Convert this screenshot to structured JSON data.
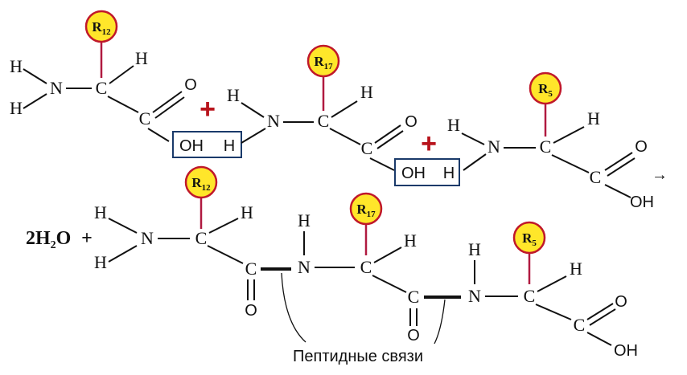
{
  "colors": {
    "radical_fill": "#ffe62a",
    "radical_outline": "#c0182a",
    "plus_sign": "#b8141c",
    "box_outline": "#1a3a6a"
  },
  "reactants": {
    "aa1": {
      "radical": {
        "letter": "R",
        "index": "12"
      },
      "n": "N",
      "h_n_upper": "H",
      "h_n_lower": "H",
      "c_alpha": "C",
      "h_alpha": "H",
      "c_carbonyl": "C",
      "o": "O"
    },
    "plus_1": "+",
    "box_1": {
      "oh": "OH",
      "h": "H"
    },
    "aa2": {
      "radical": {
        "letter": "R",
        "index": "17"
      },
      "h_n": "H",
      "n": "N",
      "c_alpha": "C",
      "h_alpha": "H",
      "c_carbonyl": "C",
      "o": "O"
    },
    "plus_2": "+",
    "box_2": {
      "oh": "OH",
      "h": "H"
    },
    "aa3": {
      "radical": {
        "letter": "R",
        "index": "5"
      },
      "h_n": "H",
      "n": "N",
      "c_alpha": "C",
      "h_alpha": "H",
      "c_carbonyl": "C",
      "o": "O",
      "oh": "OH"
    },
    "arrow": "→"
  },
  "products": {
    "water": {
      "coef": "2",
      "h": "H",
      "sub": "2",
      "o": "O",
      "plus": "+"
    },
    "pep1": {
      "radical": {
        "letter": "R",
        "index": "12"
      },
      "n": "N",
      "h_n_upper": "H",
      "h_n_lower": "H",
      "c_alpha": "C",
      "h_alpha": "H",
      "c_carbonyl": "C",
      "o": "O"
    },
    "pep2": {
      "radical": {
        "letter": "R",
        "index": "17"
      },
      "h_n": "H",
      "n": "N",
      "c_alpha": "C",
      "h_alpha": "H",
      "c_carbonyl": "C",
      "o": "O"
    },
    "pep3": {
      "radical": {
        "letter": "R",
        "index": "5"
      },
      "h_n": "H",
      "n": "N",
      "c_alpha": "C",
      "h_alpha": "H",
      "c_carbonyl": "C",
      "o": "O",
      "oh": "OH"
    },
    "caption": "Пептидные связи"
  }
}
